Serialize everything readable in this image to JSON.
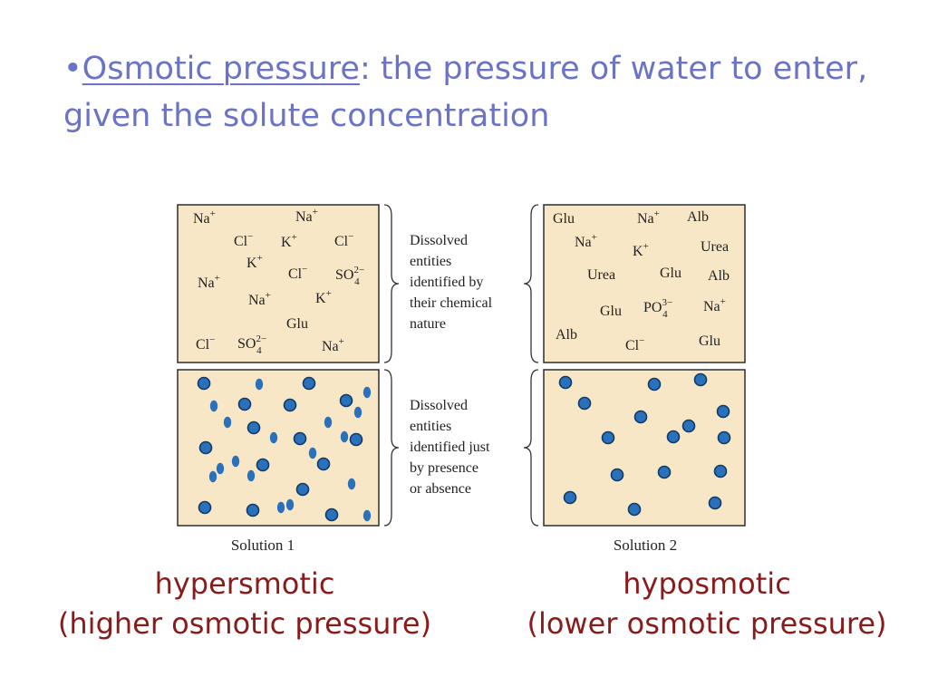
{
  "heading": {
    "bullet": "•",
    "term": "Osmotic pressure",
    "definition": ": the pressure of water to enter, given the solute concentration"
  },
  "figure": {
    "panel_fill": "#f7e7c6",
    "panel_stroke": "#2e2e2e",
    "particle_fill": "#2a71bb",
    "particle_stroke": "#123a66",
    "solution1": {
      "label": "Solution 1",
      "ions": [
        {
          "base": "Na",
          "sup": "+"
        },
        {
          "base": "Na",
          "sup": "+"
        },
        {
          "base": "Cl",
          "sup": "−"
        },
        {
          "base": "K",
          "sup": "+"
        },
        {
          "base": "Cl",
          "sup": "−"
        },
        {
          "base": "K",
          "sup": "+"
        },
        {
          "base": "Na",
          "sup": "+"
        },
        {
          "base": "Cl",
          "sup": "−"
        },
        {
          "base": "SO",
          "sub": "4",
          "sup": "2−"
        },
        {
          "base": "Na",
          "sup": "+"
        },
        {
          "base": "K",
          "sup": "+"
        },
        {
          "base": "Glu"
        },
        {
          "base": "Cl",
          "sup": "−"
        },
        {
          "base": "SO",
          "sub": "4",
          "sup": "2−"
        },
        {
          "base": "Na",
          "sup": "+"
        }
      ],
      "particle_count": 32
    },
    "solution2": {
      "label": "Solution 2",
      "ions": [
        {
          "base": "Glu"
        },
        {
          "base": "Na",
          "sup": "+"
        },
        {
          "base": "Alb"
        },
        {
          "base": "Na",
          "sup": "+"
        },
        {
          "base": "K",
          "sup": "+"
        },
        {
          "base": "Urea"
        },
        {
          "base": "Urea"
        },
        {
          "base": "Glu"
        },
        {
          "base": "Alb"
        },
        {
          "base": "Glu"
        },
        {
          "base": "PO",
          "sub": "4",
          "sup": "3−"
        },
        {
          "base": "Na",
          "sup": "+"
        },
        {
          "base": "Alb"
        },
        {
          "base": "Cl",
          "sup": "−"
        },
        {
          "base": "Glu"
        }
      ],
      "particle_count": 16
    },
    "middle_labels": {
      "top": [
        "Dissolved",
        "entities",
        "identified by",
        "their chemical",
        "nature"
      ],
      "bottom": [
        "Dissolved",
        "entities",
        "identified just",
        "by presence",
        "or absence"
      ]
    }
  },
  "captions": {
    "left_line1": "hypersmotic",
    "left_line2": "(higher osmotic pressure)",
    "right_line1": "hyposmotic",
    "right_line2": "(lower osmotic pressure)"
  }
}
